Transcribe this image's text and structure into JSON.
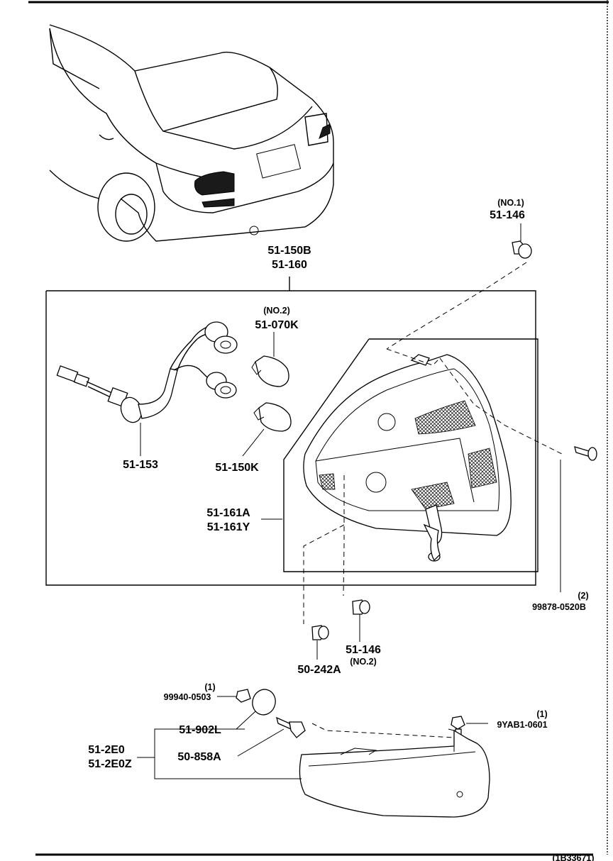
{
  "labels": {
    "assy_top": "51-150B",
    "assy_top2": "51-160",
    "no1_top": "(NO.1)",
    "clip_top": "51-146",
    "no2_bulb": "(NO.2)",
    "bulb_1": "51-070K",
    "bulb_2": "51-150K",
    "socket": "51-153",
    "lens_a": "51-161A",
    "lens_y": "51-161Y",
    "screw_qty": "(2)",
    "screw": "99878-0520B",
    "clip_bottom": "51-146",
    "no2_bottom": "(NO.2)",
    "grommet": "50-242A",
    "nut_qty": "(1)",
    "nut": "99940-0503",
    "bolt_qty": "(1)",
    "bolt": "9YAB1-0601",
    "washer": "51-902L",
    "panel_screw": "50-858A",
    "garnish": "51-2E0",
    "garnish_z": "51-2E0Z",
    "footer": "(1B33671)"
  }
}
